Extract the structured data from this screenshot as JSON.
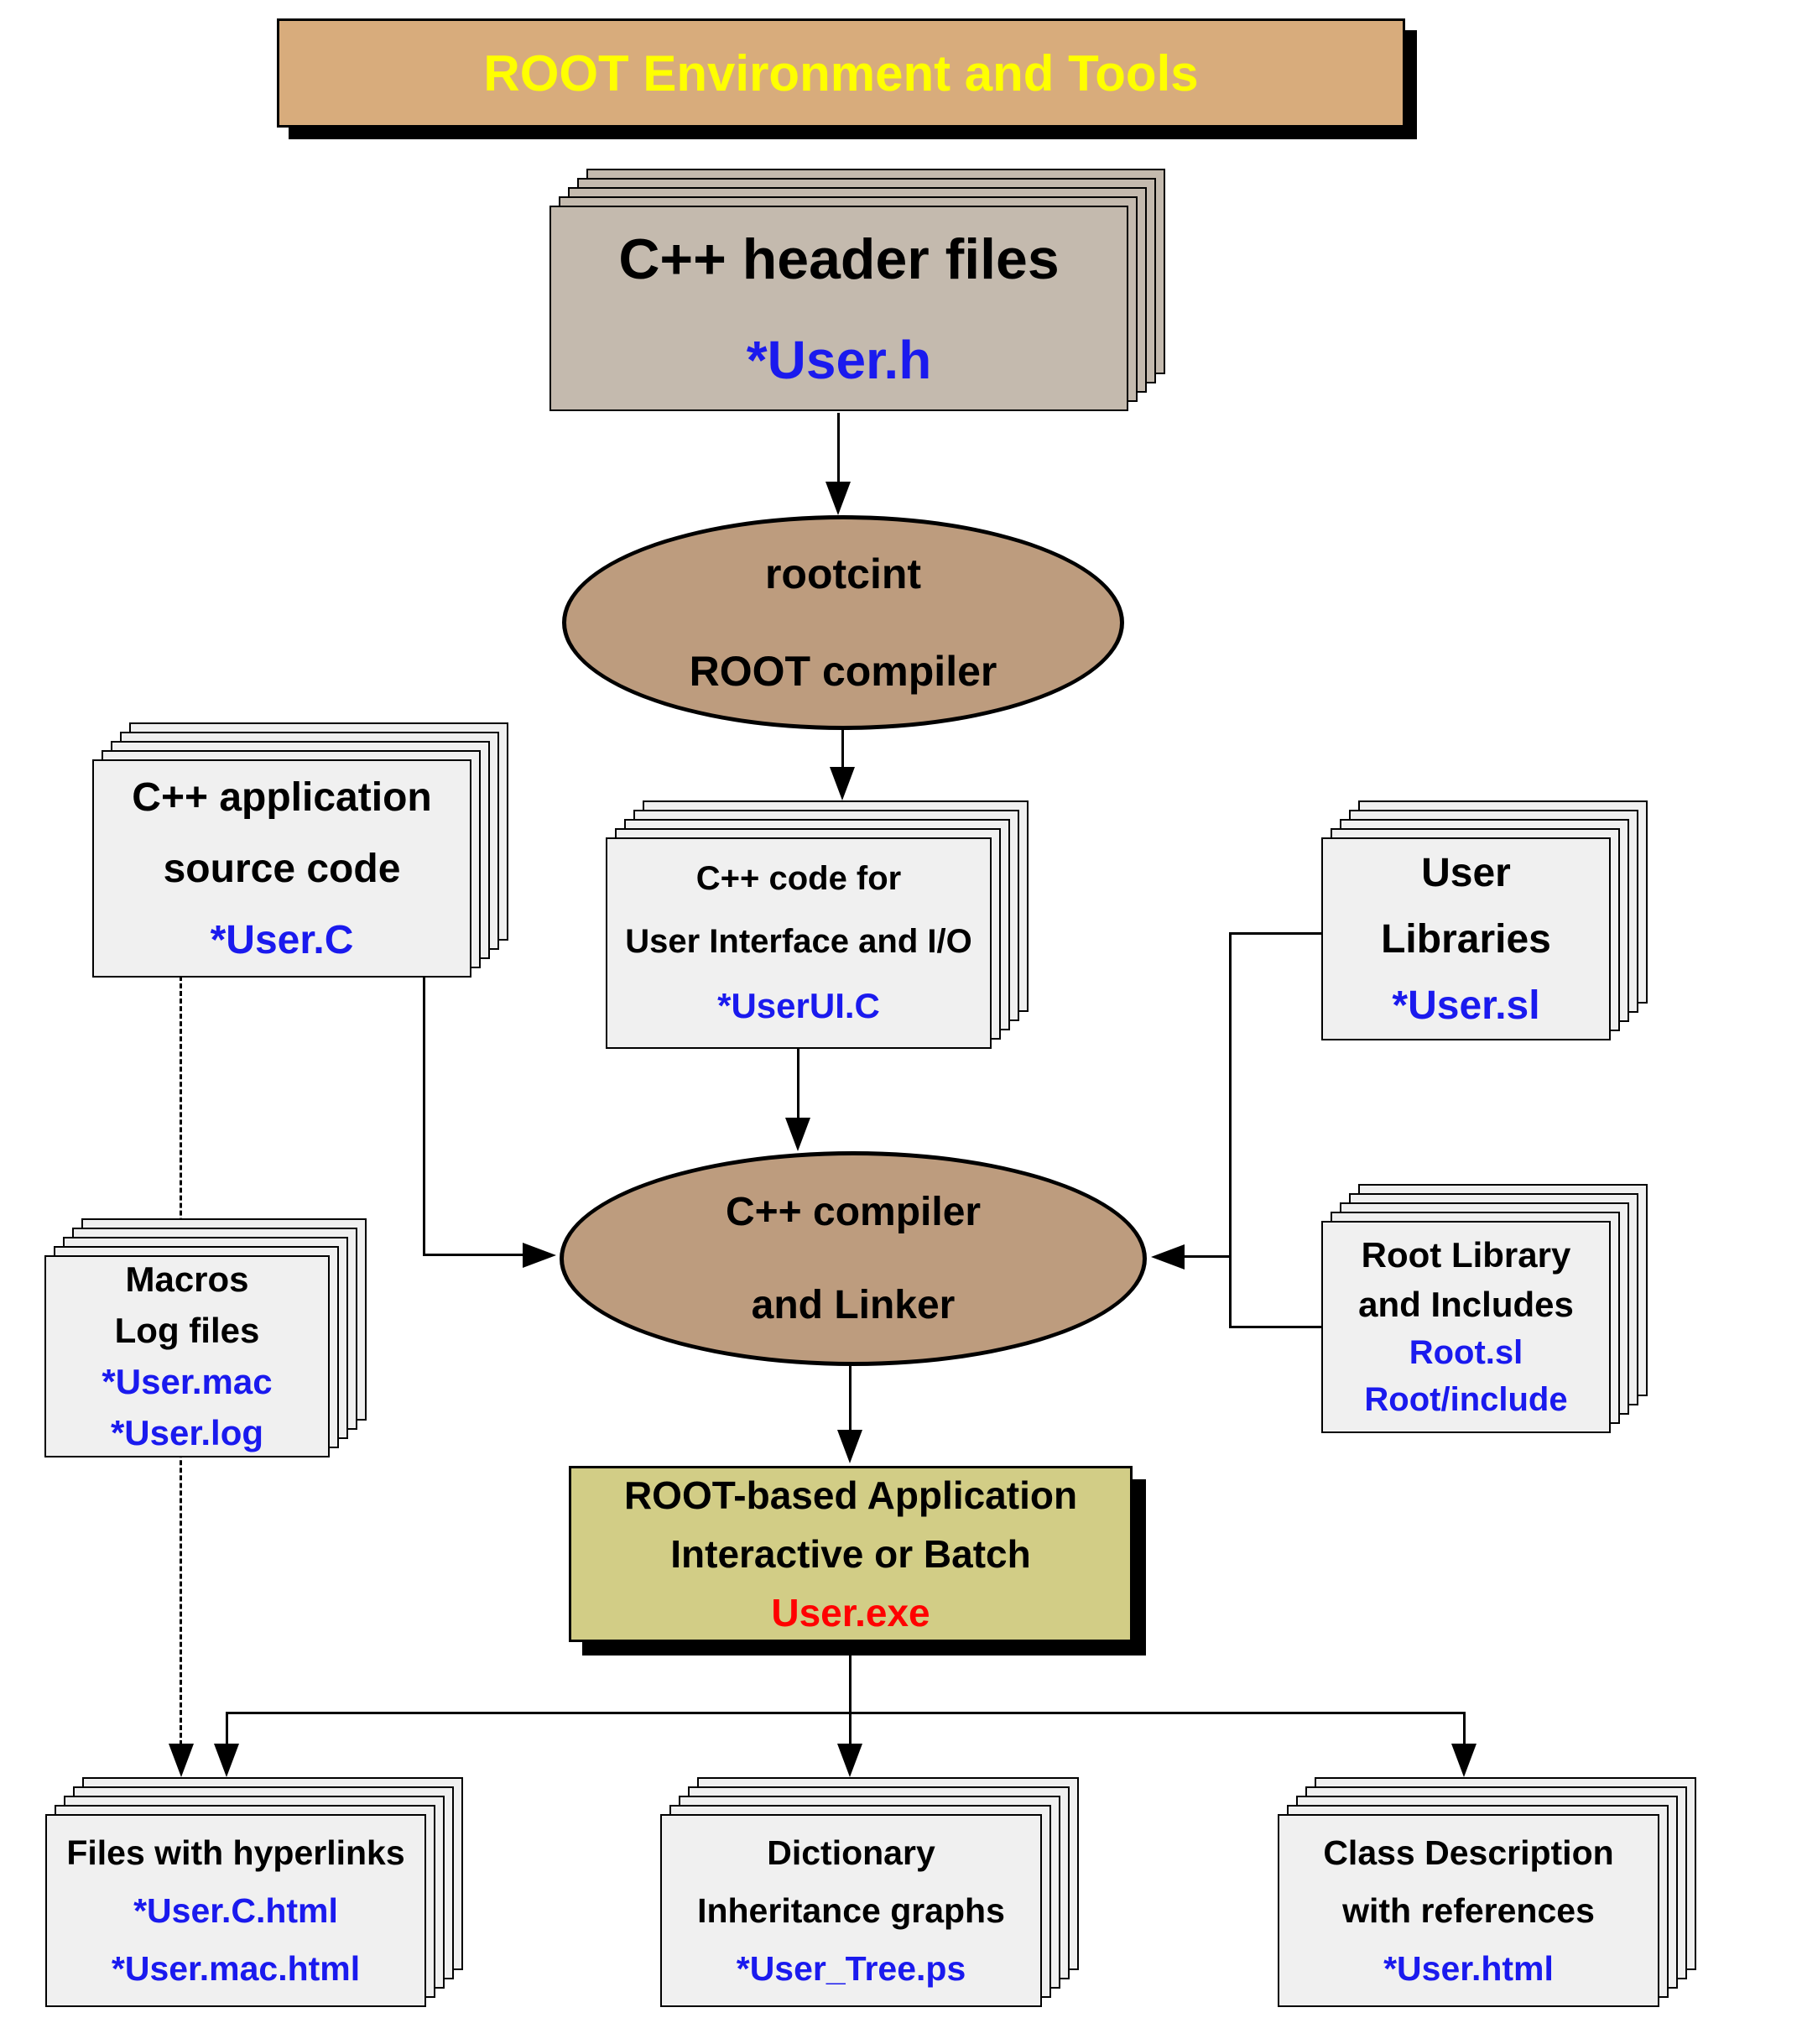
{
  "title": "ROOT Environment and Tools",
  "nodes": {
    "header_files": {
      "line1": "C++ header files",
      "file": "*User.h"
    },
    "rootcint": {
      "line1": "rootcint",
      "line2": "ROOT compiler"
    },
    "source_code": {
      "line1": "C++ application",
      "line2": "source code",
      "file": "*User.C"
    },
    "ui_code": {
      "line1": "C++ code for",
      "line2": "User Interface and I/O",
      "file": "*UserUI.C"
    },
    "user_libraries": {
      "line1": "User",
      "line2": "Libraries",
      "file": "*User.sl"
    },
    "compiler": {
      "line1": "C++ compiler",
      "line2": "and Linker"
    },
    "macros": {
      "line1": "Macros",
      "line2": "Log files",
      "file1": "*User.mac",
      "file2": "*User.log"
    },
    "root_library": {
      "line1": "Root Library",
      "line2": "and Includes",
      "file1": "Root.sl",
      "file2": "Root/include"
    },
    "application": {
      "line1": "ROOT-based Application",
      "line2": "Interactive or Batch",
      "file": "User.exe"
    },
    "files_hyperlinks": {
      "line1": "Files with hyperlinks",
      "file1": "*User.C.html",
      "file2": "*User.mac.html"
    },
    "dictionary": {
      "line1": "Dictionary",
      "line2": "Inheritance graphs",
      "file": "*User_Tree.ps"
    },
    "class_description": {
      "line1": "Class Description",
      "line2": "with references",
      "file": "*User.html"
    }
  },
  "colors": {
    "title_fill": "#d8ac7c",
    "header_fill": "#c4baae",
    "ellipse_fill": "#bd9c7e",
    "app_fill": "#d2cd86",
    "page_fill": "#f0f0f0",
    "text_blue": "#1a1aee",
    "text_red": "#ff0000",
    "title_yellow": "#ffff00"
  }
}
